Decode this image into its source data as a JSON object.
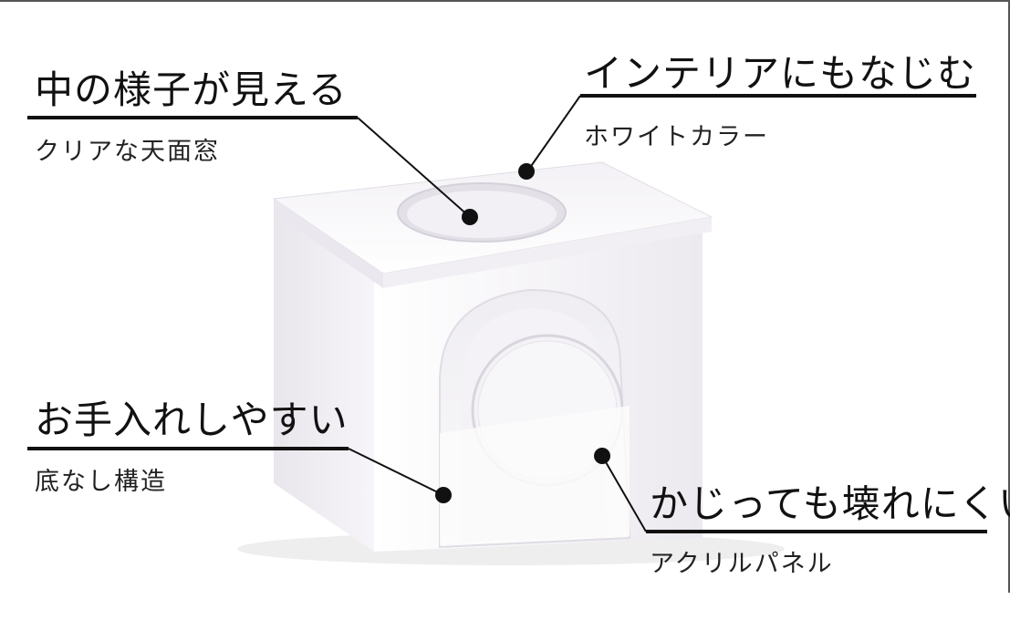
{
  "callouts": [
    {
      "heading": "中の様子が見える",
      "sub": "クリアな天面窓"
    },
    {
      "heading": "インテリアにもなじむ",
      "sub": "ホワイトカラー"
    },
    {
      "heading": "お手入れしやすい",
      "sub": "底なし構造"
    },
    {
      "heading": "かじっても壊れにくい",
      "sub": "アクリルパネル"
    }
  ],
  "colors": {
    "text": "#111111",
    "product_white": "#f6f4f8",
    "product_shadow": "#dcd8e0"
  }
}
